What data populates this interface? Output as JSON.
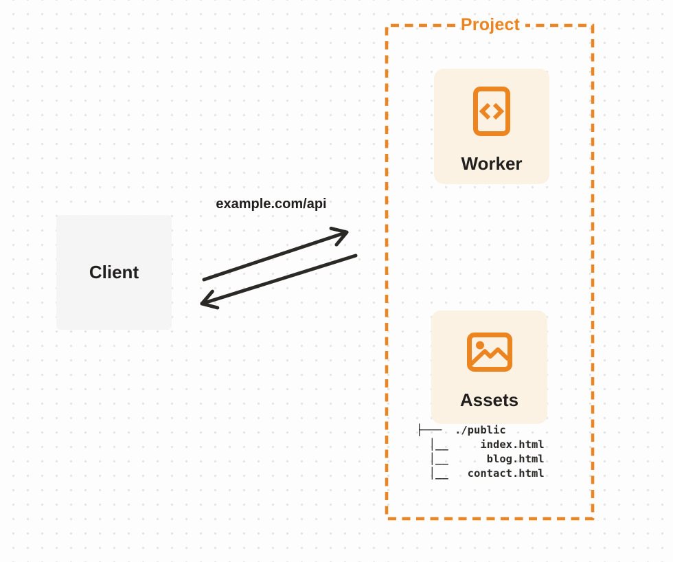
{
  "colors": {
    "accent_orange": "#EC8420",
    "panel_cream": "#FCF2E4",
    "client_gray": "#F5F5F6",
    "ink": "#201F1D",
    "arrow_ink": "#2A2926",
    "dot_grid": "#E5E5E5",
    "background": "#FDFDFD"
  },
  "project": {
    "label": "Project",
    "worker": {
      "label": "Worker",
      "icon": "code-file-icon"
    },
    "assets": {
      "label": "Assets",
      "icon": "image-icon"
    },
    "file_tree": {
      "lines": [
        "├───  ./public",
        "  │__     index.html",
        "  │__      blog.html",
        "  │__   contact.html"
      ]
    }
  },
  "client": {
    "label": "Client"
  },
  "request": {
    "url_label": "example.com/api"
  }
}
